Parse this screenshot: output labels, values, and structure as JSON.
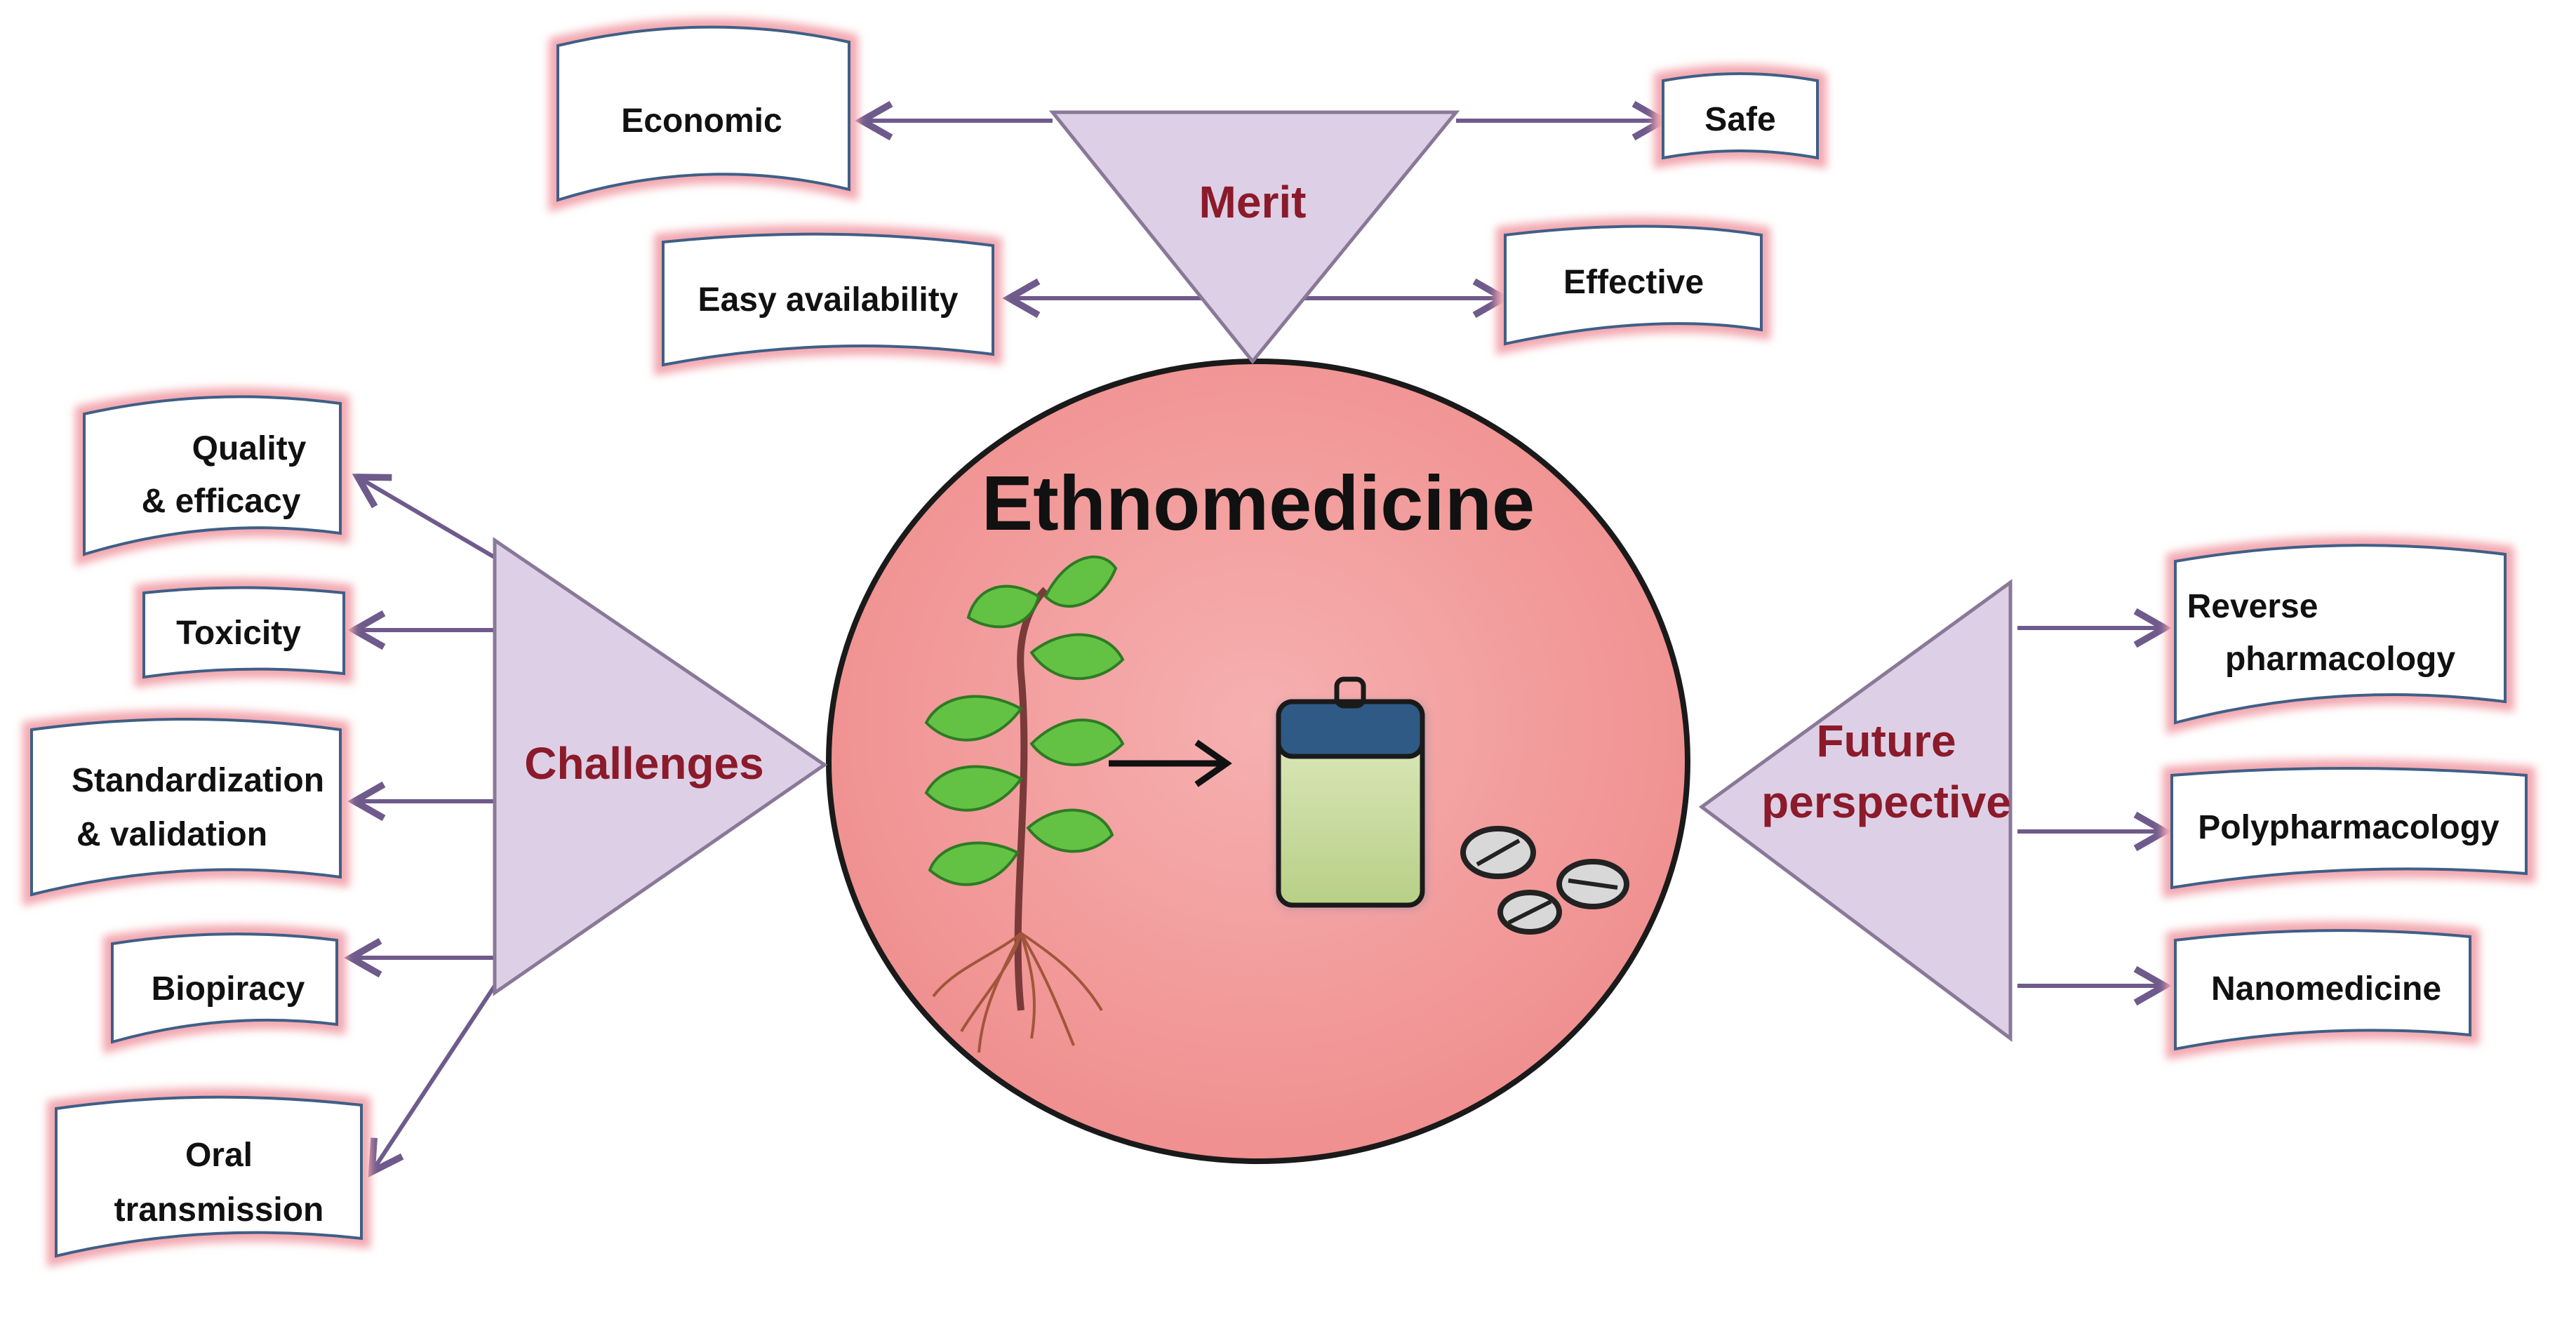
{
  "center": {
    "title": "Ethnomedicine",
    "color": "#f4a0a0"
  },
  "colors": {
    "triangle_fill": "#ddd0e6",
    "triangle_stroke": "#8a7898",
    "label_color": "#8b1a2a",
    "arrow_color": "#6f5a8c",
    "box_glow": "#f3a8b0"
  },
  "merit": {
    "label": "Merit",
    "items": [
      "Economic",
      "Safe",
      "Easy availability",
      "Effective"
    ]
  },
  "challenges": {
    "label": "Challenges",
    "items": [
      [
        "Quality",
        "& efficacy"
      ],
      [
        "Toxicity"
      ],
      [
        "Standardization",
        "& validation"
      ],
      [
        "Biopiracy"
      ],
      [
        "Oral",
        "transmission"
      ]
    ]
  },
  "future": {
    "label_lines": [
      "Future",
      "perspective"
    ],
    "items": [
      [
        "Reverse",
        "pharmacology"
      ],
      [
        "Polypharmacology"
      ],
      [
        "Nanomedicine"
      ]
    ]
  },
  "icons": [
    "plant-icon",
    "arrow-right-icon",
    "medicine-bottle-icon",
    "pills-icon"
  ]
}
